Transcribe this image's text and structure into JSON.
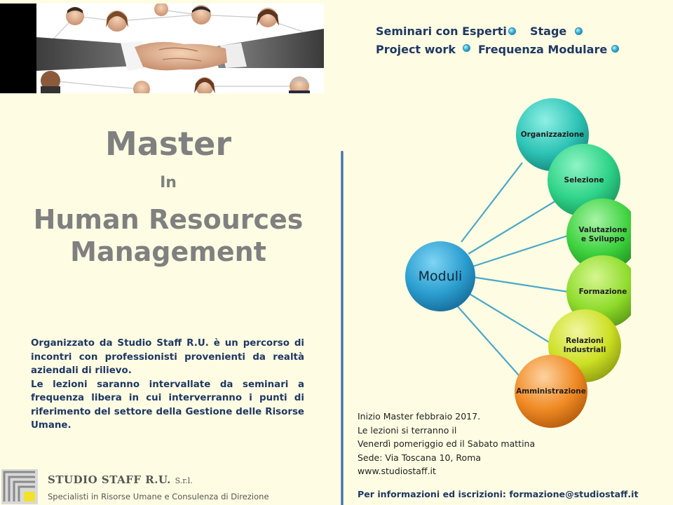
{
  "header": {
    "features": [
      "Seminari con Esperti",
      "Stage",
      "Project work",
      "Frequenza Modulare"
    ]
  },
  "title": {
    "line1": "Master",
    "line2": "In",
    "line3": "Human Resources",
    "line4": "Management"
  },
  "description": {
    "paragraph1": "Organizzato da Studio Staff R.U. è un percorso di incontri con professionisti provenienti da realtà aziendali di rilievo.",
    "paragraph2": "Le lezioni saranno intervallate da seminari a frequenza libera in cui interverranno i punti di riferimento del settore della Gestione delle Risorse Umane."
  },
  "diagram": {
    "center": "Moduli",
    "modules": [
      {
        "label": "Organizzazione",
        "color": "#2ec4b6"
      },
      {
        "label": "Selezione",
        "color": "#2fd48a"
      },
      {
        "label": "Valutazione e Sviluppo",
        "color": "#3ed23e"
      },
      {
        "label": "Formazione",
        "color": "#8fdc2c"
      },
      {
        "label": "Relazioni Industriali",
        "color": "#cde024"
      },
      {
        "label": "Amministrazione",
        "color": "#f08a24"
      }
    ],
    "center_color": "#2b9ed0",
    "connector_color": "#4aa8c8"
  },
  "info": {
    "lines": [
      "Inizio Master febbraio 2017.",
      "Le lezioni si terranno  il",
      "Venerdì pomeriggio ed il Sabato mattina",
      "Sede: Via Toscana 10, Roma",
      "www.studiostaff.it"
    ],
    "contact": "Per informazioni  ed iscrizioni:  formazione@studiostaff.it"
  },
  "footer": {
    "company": "STUDIO  STAFF R.U.",
    "company_suffix": "S.r.l.",
    "tagline": "Specialisti in Risorse Umane e Consulenza di Direzione"
  },
  "colors": {
    "background": "#fefde3",
    "title_gray": "#808080",
    "text_navy": "#1f3864"
  }
}
